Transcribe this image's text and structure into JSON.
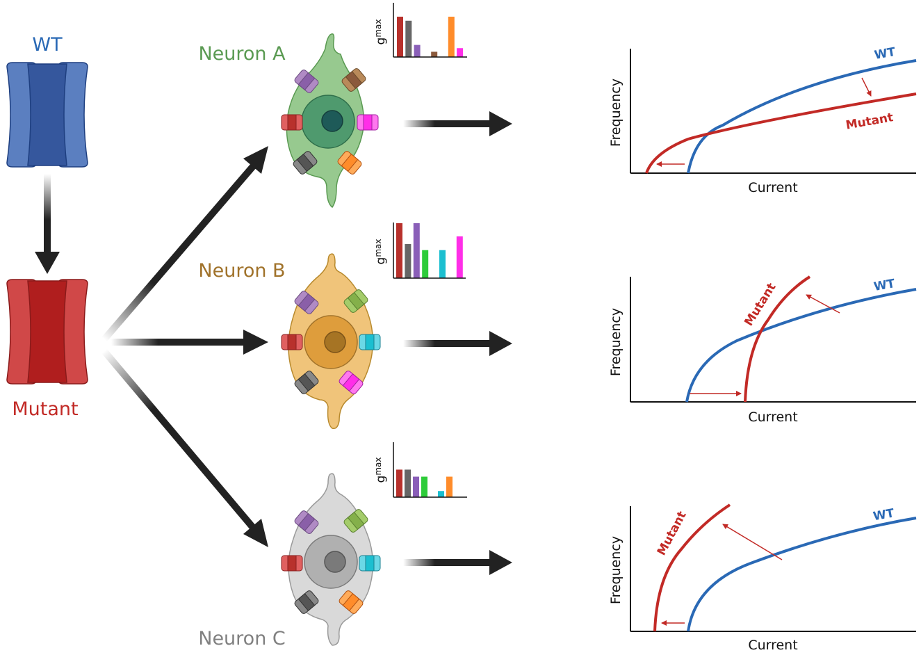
{
  "channels": {
    "wt": {
      "label": "WT",
      "color": "#2a69b5"
    },
    "mutant": {
      "label": "Mutant",
      "color": "#c22a26"
    }
  },
  "neurons": [
    {
      "label": "Neuron A",
      "label_color": "#5a9a52",
      "body_color": "#97c98f",
      "nucleus_color": "#3f8c6a",
      "gmax_label": "g",
      "gmax_sub": "max",
      "gmax_bars": [
        {
          "color": "#b8312c",
          "value": 1.0
        },
        {
          "color": "#666666",
          "value": 0.9
        },
        {
          "color": "#8a5fb8",
          "value": 0.3
        },
        {
          "color": "#00000000",
          "value": 0
        },
        {
          "color": "#8b5a3c",
          "value": 0.13
        },
        {
          "color": "#00000000",
          "value": 0
        },
        {
          "color": "#ff8c2a",
          "value": 1.0
        },
        {
          "color": "#ff2ee8",
          "value": 0.22
        }
      ],
      "plot": {
        "xlabel": "Current",
        "ylabel": "Frequency",
        "wt_label": "WT",
        "mutant_label": "Mutant"
      }
    },
    {
      "label": "Neuron B",
      "label_color": "#a0722a",
      "body_color": "#f0c47a",
      "nucleus_color": "#c88a2e",
      "gmax_label": "g",
      "gmax_sub": "max",
      "gmax_bars": [
        {
          "color": "#b8312c",
          "value": 1.0
        },
        {
          "color": "#666666",
          "value": 0.62
        },
        {
          "color": "#8a5fb8",
          "value": 1.0
        },
        {
          "color": "#2ecc3a",
          "value": 0.51
        },
        {
          "color": "#00000000",
          "value": 0
        },
        {
          "color": "#1bbfd0",
          "value": 0.51
        },
        {
          "color": "#00000000",
          "value": 0
        },
        {
          "color": "#ff2ee8",
          "value": 0.76
        }
      ],
      "plot": {
        "xlabel": "Current",
        "ylabel": "Frequency",
        "wt_label": "WT",
        "mutant_label": "Mutant"
      }
    },
    {
      "label": "Neuron C",
      "label_color": "#808080",
      "body_color": "#d6d6d6",
      "nucleus_color": "#a0a0a0",
      "gmax_label": "g",
      "gmax_sub": "max",
      "gmax_bars": [
        {
          "color": "#b8312c",
          "value": 0.9
        },
        {
          "color": "#666666",
          "value": 0.9
        },
        {
          "color": "#8a5fb8",
          "value": 0.67
        },
        {
          "color": "#2ecc3a",
          "value": 0.67
        },
        {
          "color": "#00000000",
          "value": 0
        },
        {
          "color": "#1bbfd0",
          "value": 0.2
        },
        {
          "color": "#ff8c2a",
          "value": 0.67
        }
      ],
      "plot": {
        "xlabel": "Current",
        "ylabel": "Frequency",
        "wt_label": "WT",
        "mutant_label": "Mutant"
      }
    }
  ]
}
